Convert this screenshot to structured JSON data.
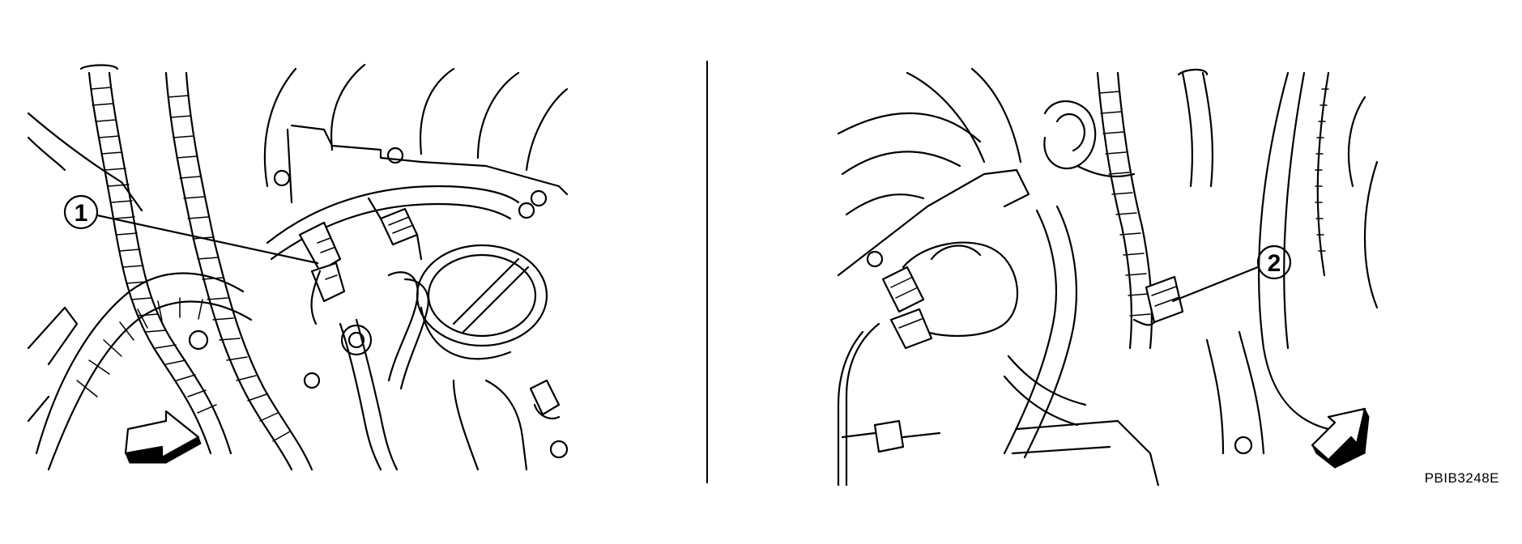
{
  "callouts": {
    "left": "1",
    "right": "2"
  },
  "figure_code": "PBIB3248E",
  "colors": {
    "ink": "#000000",
    "paper": "#ffffff"
  }
}
